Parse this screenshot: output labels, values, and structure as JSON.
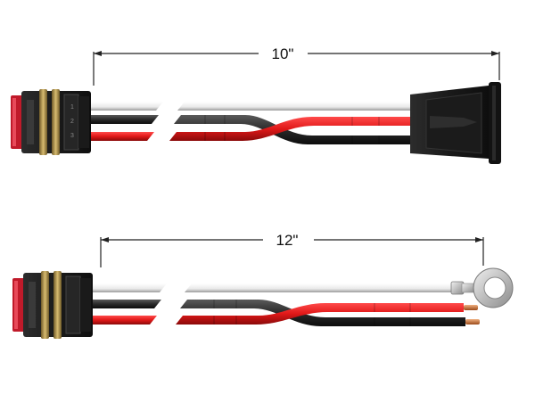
{
  "harness_top": {
    "dimension_label": "10\"",
    "wire_colors": [
      "#f4f4f4",
      "#2b2b2b",
      "#e01818"
    ],
    "end_type": "connector"
  },
  "harness_bottom": {
    "dimension_label": "12\"",
    "wire_colors": [
      "#f4f4f4",
      "#2b2b2b",
      "#e01818"
    ],
    "end_type": "ring-terminal-and-bare-leads"
  },
  "colors": {
    "connector_body": "#1e1e1e",
    "connector_seal": "#c01a2a",
    "connector_latch": "#a08540",
    "ring_terminal": "#c8c8c8",
    "bare_copper": "#c8703a",
    "dimension_line": "#222222"
  }
}
